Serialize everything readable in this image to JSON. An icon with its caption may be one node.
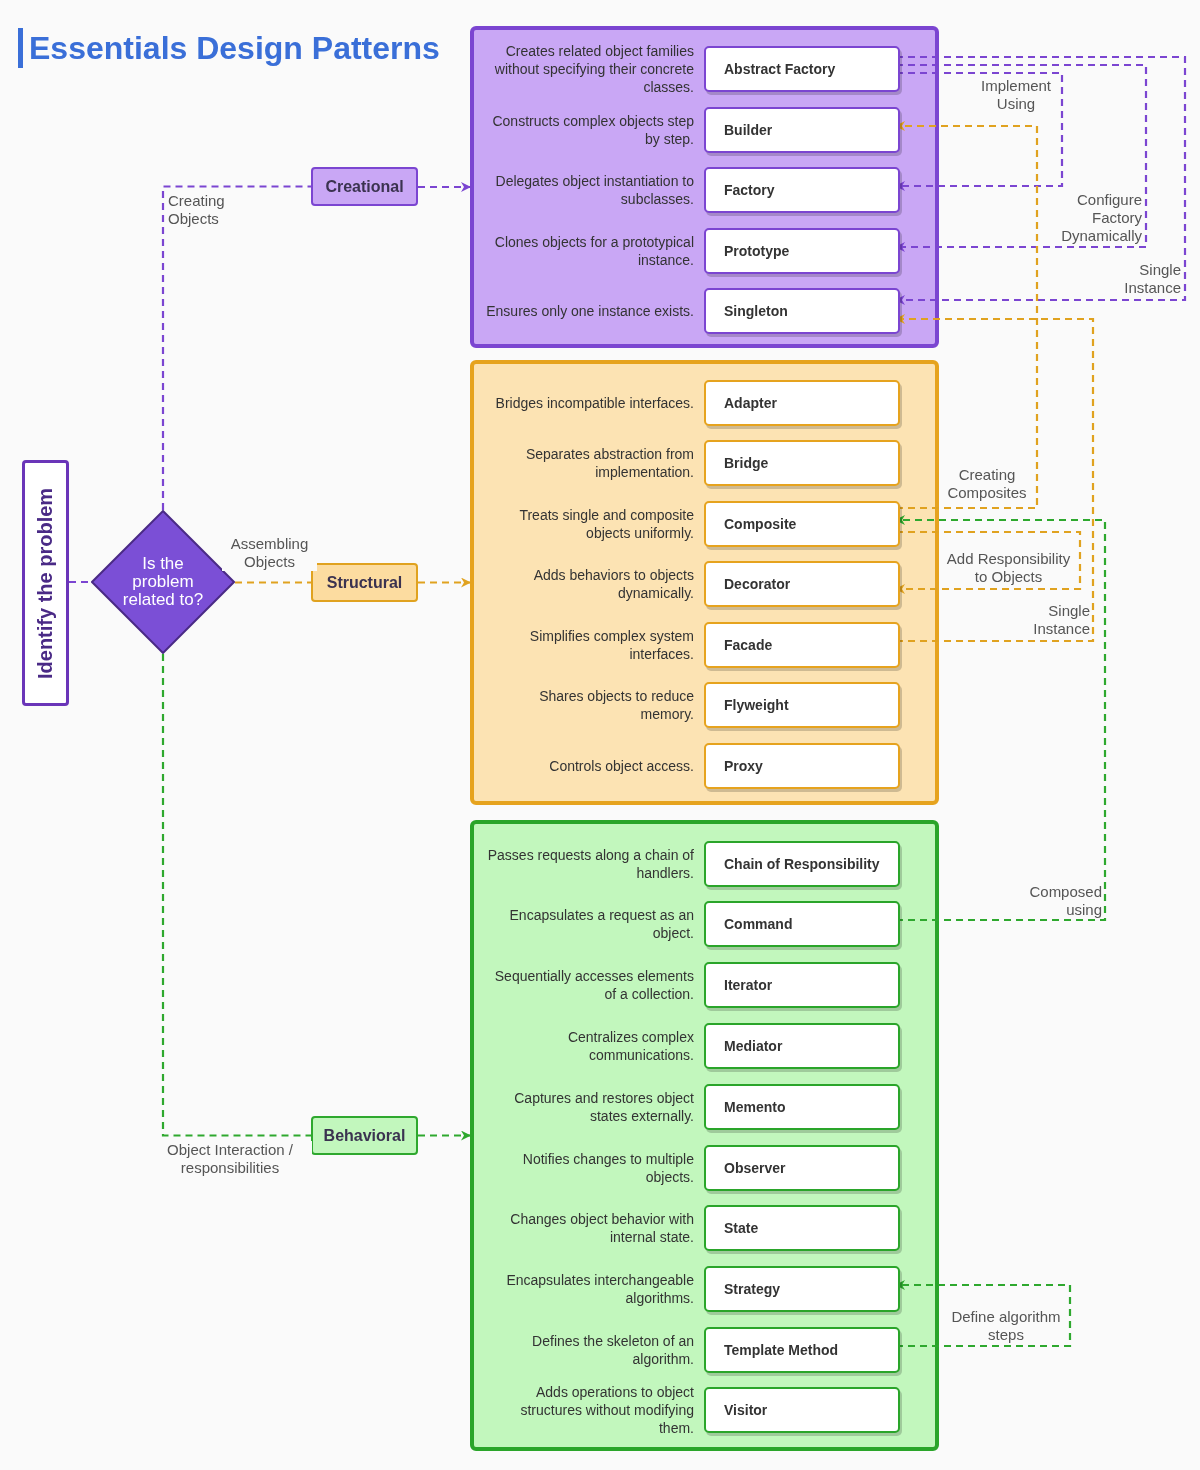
{
  "diagram": {
    "title": "Essentials Design Patterns",
    "nodes": [
      {
        "text": [
          "Identify the problem"
        ]
      },
      {
        "text": [
          "Is the problem related to?"
        ]
      },
      {
        "text": [
          "Creational"
        ]
      },
      {
        "text": [
          "Structural"
        ]
      },
      {
        "text": [
          "Behavioral"
        ]
      },
      {
        "text": [],
        "shape": "box"
      },
      {
        "text": [
          "Abstract Factory"
        ],
        "in": 5,
        "beside": [
          "Creates related object families without specifying their concrete classes."
        ]
      },
      {
        "text": [
          "Builder"
        ],
        "in": 5,
        "beside": [
          "Constructs complex objects step by step."
        ]
      },
      {
        "text": [
          "Factory"
        ],
        "in": 5,
        "beside": [
          "Delegates object instantiation to subclasses."
        ]
      },
      {
        "text": [
          "Prototype"
        ],
        "in": 5,
        "beside": [
          "Clones objects for a prototypical instance."
        ]
      },
      {
        "text": [
          "Singleton"
        ],
        "in": 5,
        "beside": [
          "Ensures only one instance exists."
        ]
      },
      {
        "text": [],
        "shape": "box"
      },
      {
        "text": [
          "Adapter"
        ],
        "in": 11,
        "beside": [
          "Bridges incompatible interfaces."
        ]
      },
      {
        "text": [
          "Bridge"
        ],
        "in": 11,
        "beside": [
          "Separates abstraction from implementation."
        ]
      },
      {
        "text": [
          "Composite"
        ],
        "in": 11,
        "beside": [
          "Treats single and composite objects uniformly."
        ]
      },
      {
        "text": [
          "Decorator"
        ],
        "in": 11,
        "beside": [
          "Adds behaviors to objects dynamically."
        ]
      },
      {
        "text": [
          "Facade"
        ],
        "in": 11,
        "beside": [
          "Simplifies complex system interfaces."
        ]
      },
      {
        "text": [
          "Flyweight"
        ],
        "in": 11,
        "beside": [
          "Shares objects to reduce memory."
        ]
      },
      {
        "text": [
          "Proxy"
        ],
        "in": 11,
        "beside": [
          "Controls object access."
        ]
      },
      {
        "text": [],
        "shape": "box"
      },
      {
        "text": [
          "Chain of Responsibility"
        ],
        "in": 19,
        "beside": [
          "Passes requests along a chain of handlers."
        ]
      },
      {
        "text": [
          "Command"
        ],
        "in": 19,
        "beside": [
          "Encapsulates a request as an object."
        ]
      },
      {
        "text": [
          "Iterator"
        ],
        "in": 19,
        "beside": [
          "Sequentially accesses elements of a collection."
        ]
      },
      {
        "text": [
          "Mediator"
        ],
        "in": 19,
        "beside": [
          "Centralizes complex communications."
        ]
      },
      {
        "text": [
          "Memento"
        ],
        "in": 19,
        "beside": [
          "Captures and restores object states externally."
        ]
      },
      {
        "text": [
          "Observer"
        ],
        "in": 19,
        "beside": [
          "Notifies changes to multiple objects."
        ]
      },
      {
        "text": [
          "State"
        ],
        "in": 19,
        "beside": [
          "Changes object behavior with internal state."
        ]
      },
      {
        "text": [
          "Strategy"
        ],
        "in": 19,
        "beside": [
          "Encapsulates interchangeable algorithms."
        ]
      },
      {
        "text": [
          "Template Method"
        ],
        "in": 19,
        "beside": [
          "Defines the skeleton of an algorithm."
        ]
      },
      {
        "text": [
          "Visitor"
        ],
        "in": 19,
        "beside": [
          "Adds operations to object structures without modifying them."
        ]
      }
    ],
    "edges": [
      {
        "from": 0,
        "to": 1,
        "arrow": "none",
        "style": "dashed"
      },
      {
        "from": 1,
        "to": 2,
        "arrow": "none",
        "style": "dashed",
        "label": "Creating Objects"
      },
      {
        "from": 1,
        "to": 3,
        "arrow": "none",
        "style": "dashed",
        "label": "Assembling Objects",
        "color": "#e0a21f"
      },
      {
        "from": 1,
        "to": 4,
        "arrow": "none",
        "style": "dashed",
        "label": "Object Interaction / responsibilities",
        "color": "#2ea82e"
      },
      {
        "from": 2,
        "to": 5,
        "arrow": "to",
        "style": "dashed"
      },
      {
        "from": 3,
        "to": 11,
        "arrow": "to",
        "style": "dashed",
        "color": "#e0a21f"
      },
      {
        "from": 4,
        "to": 19,
        "arrow": "to",
        "style": "dashed",
        "color": "#2ea82e"
      },
      {
        "from": 6,
        "to": 8,
        "arrow": "to",
        "style": "dashed",
        "label": "Implement Using"
      },
      {
        "from": 6,
        "to": 9,
        "arrow": "to",
        "style": "dashed",
        "label": "Configure Factory Dynamically"
      },
      {
        "from": 6,
        "to": 10,
        "arrow": "to",
        "style": "dashed",
        "label": "Single Instance"
      },
      {
        "from": 14,
        "to": 7,
        "arrow": "to",
        "style": "dashed",
        "label": "Creating Composites",
        "color": "#e0a21f"
      },
      {
        "from": 14,
        "to": 15,
        "arrow": "to",
        "style": "dashed",
        "label": "Add Responsibility to Objects",
        "color": "#e0a21f"
      },
      {
        "from": 16,
        "to": 10,
        "arrow": "to",
        "style": "dashed",
        "label": "Single Instance",
        "color": "#e0a21f"
      },
      {
        "from": 21,
        "to": 14,
        "arrow": "to",
        "style": "dashed",
        "label": "Composed using",
        "color": "#2ea82e"
      },
      {
        "from": 28,
        "to": 27,
        "arrow": "to",
        "style": "dashed",
        "label": "Define algorithm steps",
        "color": "#2ea82e"
      }
    ]
  }
}
